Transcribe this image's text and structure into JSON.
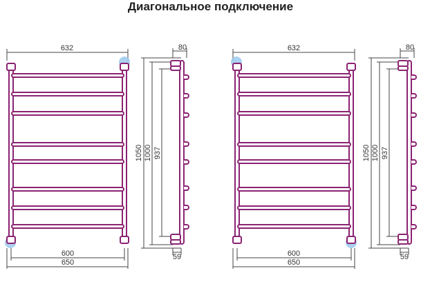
{
  "title": "Диагональное подключение",
  "colors": {
    "pipe": "#8B2272",
    "pipe_inner": "#ffffff",
    "dimension_line": "#444444",
    "highlight": "#9cc9ef"
  },
  "drawings": [
    {
      "id": "left",
      "front": {
        "top_width": "632",
        "center_distance": "600",
        "overall_width": "650"
      },
      "side": {
        "top_depth": "80",
        "bottom_offset": "59",
        "height_total": "1050",
        "height_mid": "1000",
        "height_inner": "937"
      },
      "connection_points": [
        "top-right",
        "bottom-left"
      ]
    },
    {
      "id": "right",
      "front": {
        "top_width": "632",
        "center_distance": "600",
        "overall_width": "650"
      },
      "side": {
        "top_depth": "80",
        "bottom_offset": "59",
        "height_total": "1050",
        "height_mid": "1000",
        "height_inner": "937"
      },
      "connection_points": [
        "top-left",
        "bottom-right"
      ]
    }
  ]
}
